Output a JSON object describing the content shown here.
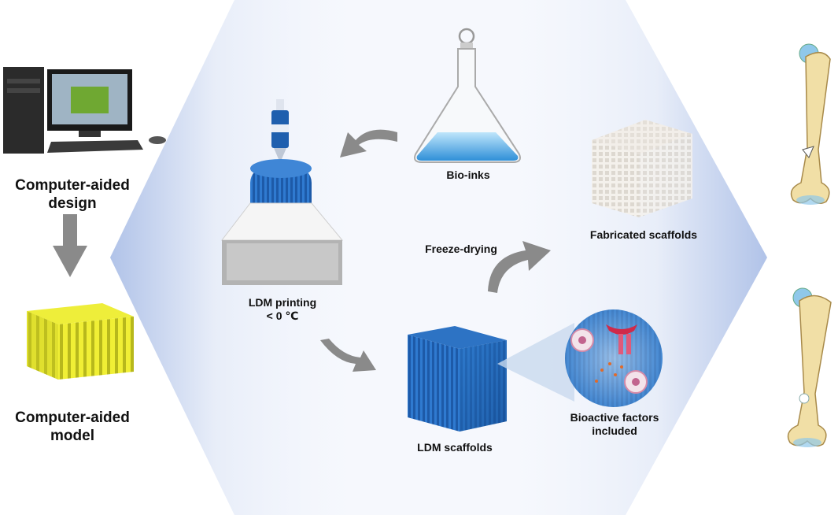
{
  "labels": {
    "cad_line1": "Computer-aided",
    "cad_line2": "design",
    "cam_line1": "Computer-aided",
    "cam_line2": "model",
    "ldm_printing_line1": "LDM printing",
    "ldm_printing_line2": "< 0 ℃",
    "bio_inks": "Bio-inks",
    "freeze_drying": "Freeze-drying",
    "fabricated_scaffolds": "Fabricated scaffolds",
    "ldm_scaffolds": "LDM scaffolds",
    "bioactive_line1": "Bioactive factors",
    "bioactive_line2": "included"
  },
  "colors": {
    "hexagon_edge": "#9fb6e0",
    "arrow_gray": "#8a8a8a",
    "scaffold_blue": "#1f5fae",
    "model_yellow": "#e6e62a",
    "flask_liquid": "#5ab6e8",
    "bone": "#f1dfa6",
    "joint_blue": "#8fc8ea"
  }
}
